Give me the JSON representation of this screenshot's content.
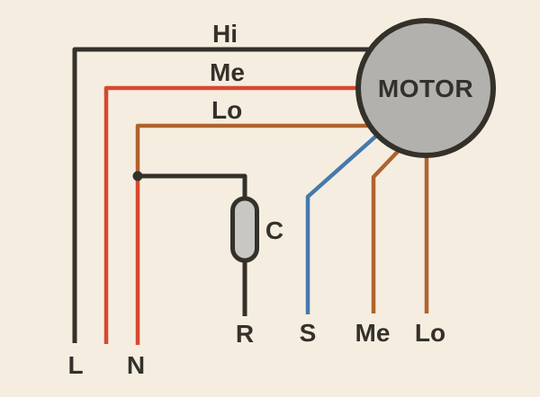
{
  "diagram": {
    "type": "motor-wiring-schematic",
    "motor_label": "MOTOR",
    "capacitor_label": "C",
    "speed_taps": {
      "hi": "Hi",
      "me": "Me",
      "lo": "Lo"
    },
    "terminals": {
      "live": "L",
      "neutral": "N",
      "run": "R",
      "start": "S",
      "medium": "Me",
      "low": "Lo"
    }
  },
  "colors": {
    "background": "#f5eee0",
    "ink": "#34302a",
    "live_red": "#d6492e",
    "speed_orange": "#b0622e",
    "start_blue": "#4579ad",
    "motor_fill": "#b3b1ad",
    "capacitor_fill": "#c9c7c2"
  }
}
